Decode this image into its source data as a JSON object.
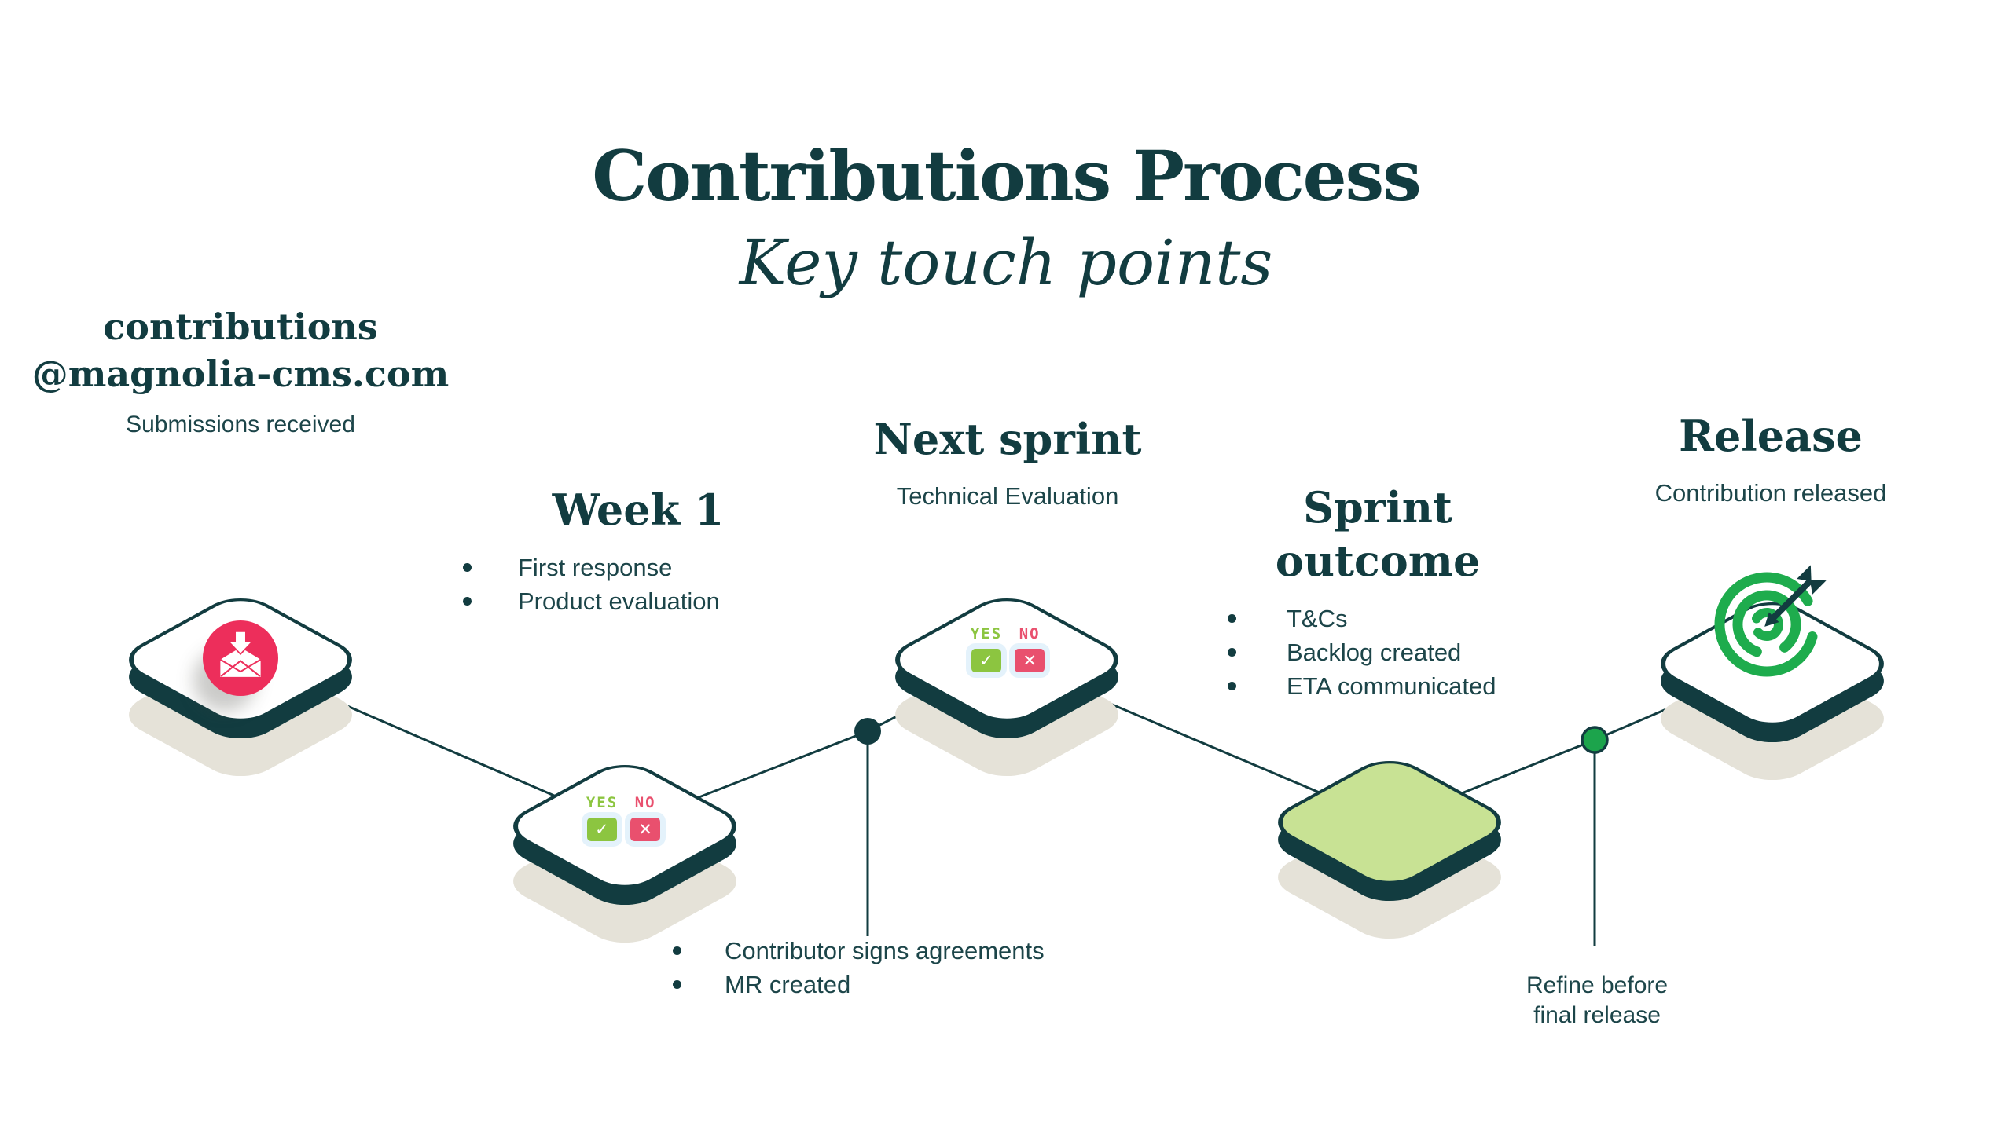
{
  "title": {
    "main": "Contributions Process",
    "subtitle": "Key touch points"
  },
  "stage_submissions": {
    "heading_line1": "contributions",
    "heading_line2": "@magnolia-cms.com",
    "subheading": "Submissions received"
  },
  "stage_week1": {
    "heading": "Week 1",
    "bullets": [
      "First response",
      "Product evaluation"
    ]
  },
  "stage_next_sprint": {
    "heading": "Next sprint",
    "subheading": "Technical Evaluation"
  },
  "stage_sprint_outcome": {
    "heading_line1": "Sprint",
    "heading_line2": "outcome",
    "bullets": [
      "T&Cs",
      "Backlog created",
      "ETA communicated"
    ]
  },
  "stage_release": {
    "heading": "Release",
    "subheading": "Contribution released"
  },
  "checkpoint1": {
    "bullets": [
      "Contributor signs agreements",
      "MR created"
    ]
  },
  "checkpoint2": {
    "line1": "Refine before",
    "line2": "final release"
  },
  "yes_no": {
    "yes": "YES",
    "no": "NO",
    "check": "✓",
    "cross": "✕"
  },
  "colors": {
    "teal": "#123C40",
    "body_text": "#1C4549",
    "beige": "#E5E2D8",
    "pink": "#ED2E5B",
    "yes_green": "#8CC540",
    "no_pink": "#E9506E",
    "halo_blue": "#E4F2FB",
    "green_light": "#C8E294",
    "green": "#1CA44C",
    "target_green": "#1EAC4D"
  }
}
